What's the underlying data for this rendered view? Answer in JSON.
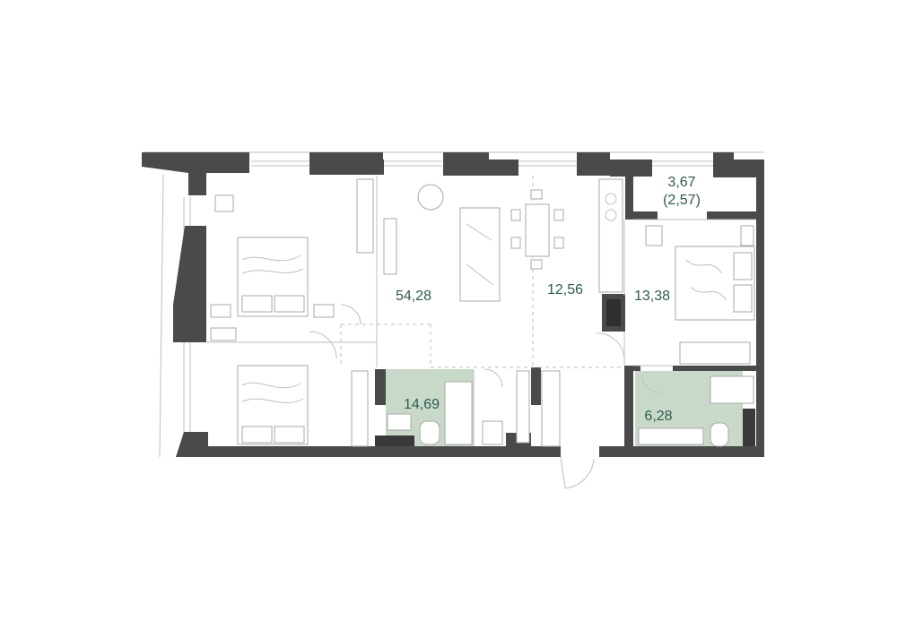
{
  "colors": {
    "wall": "#4a4a4a",
    "label": "#2f5a50",
    "wet_zone": "#c9d9c9",
    "line": "#bfbfbf"
  },
  "rooms": [
    {
      "id": "living",
      "area": "54,28"
    },
    {
      "id": "kitchen",
      "area": "12,56"
    },
    {
      "id": "bedroom",
      "area": "13,38"
    },
    {
      "id": "bathroom-1",
      "area": "14,69"
    },
    {
      "id": "bathroom-2",
      "area": "6,28"
    },
    {
      "id": "balcony",
      "area": "3,67",
      "area_reduced": "(2,57)"
    }
  ]
}
